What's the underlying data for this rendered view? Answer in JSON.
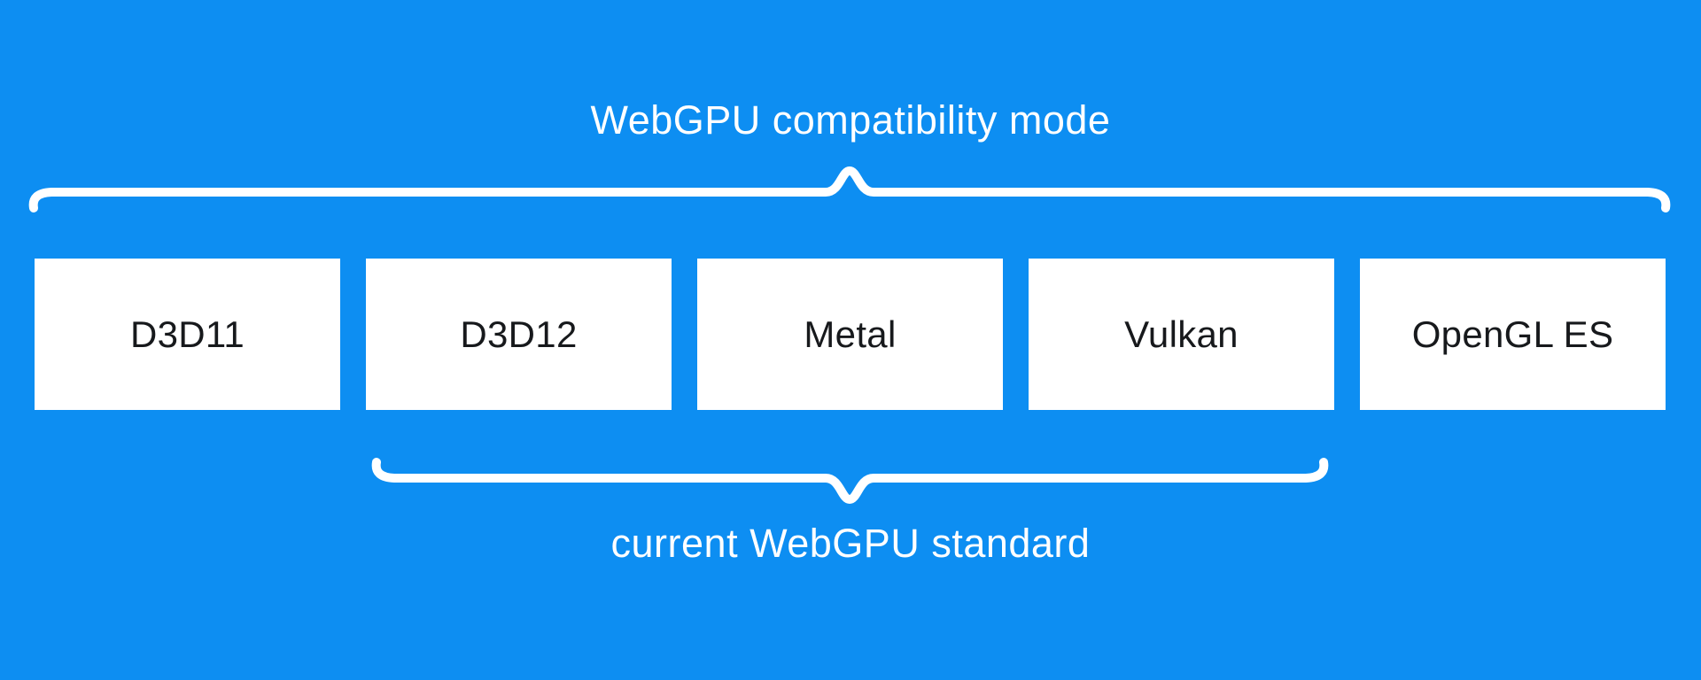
{
  "diagram": {
    "title": "WebGPU compatibility mode",
    "subtitle": "current WebGPU standard",
    "boxes": [
      {
        "label": "D3D11"
      },
      {
        "label": "D3D12"
      },
      {
        "label": "Metal"
      },
      {
        "label": "Vulkan"
      },
      {
        "label": "OpenGL ES"
      }
    ],
    "top_brace_covers": "D3D11, D3D12, Metal, Vulkan, OpenGL ES",
    "bottom_brace_covers": "D3D12, Metal, Vulkan"
  },
  "colors": {
    "background": "#0d8ef2",
    "box_background": "#ffffff",
    "box_text": "#17191c",
    "label_text": "#ffffff",
    "brace": "#ffffff"
  }
}
